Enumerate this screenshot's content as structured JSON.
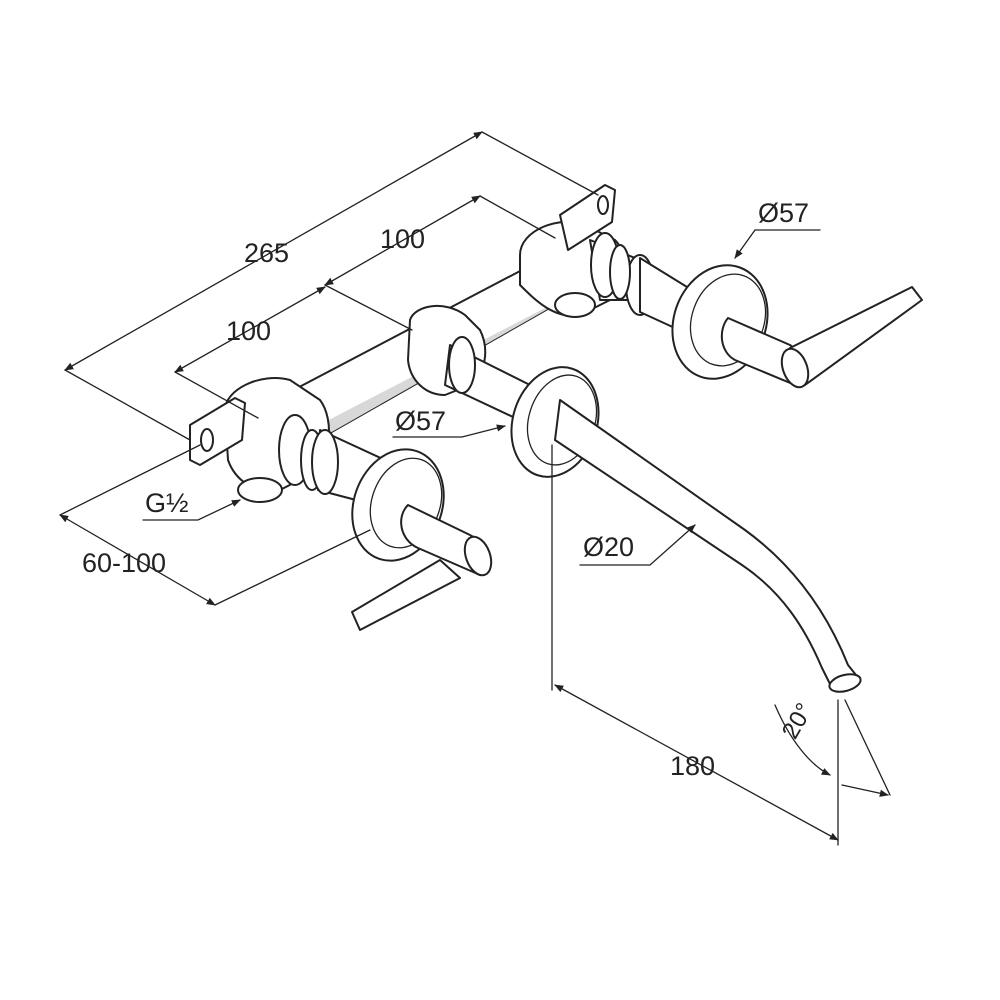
{
  "drawing": {
    "dimensions": {
      "overall_width": "265",
      "spacing_right": "100",
      "spacing_left": "100",
      "rosette_right": "Ø57",
      "rosette_center": "Ø57",
      "connection_thread": "G½",
      "wall_depth": "60-100",
      "spout_diameter": "Ø20",
      "spout_projection": "180",
      "spout_angle": "20°"
    }
  }
}
